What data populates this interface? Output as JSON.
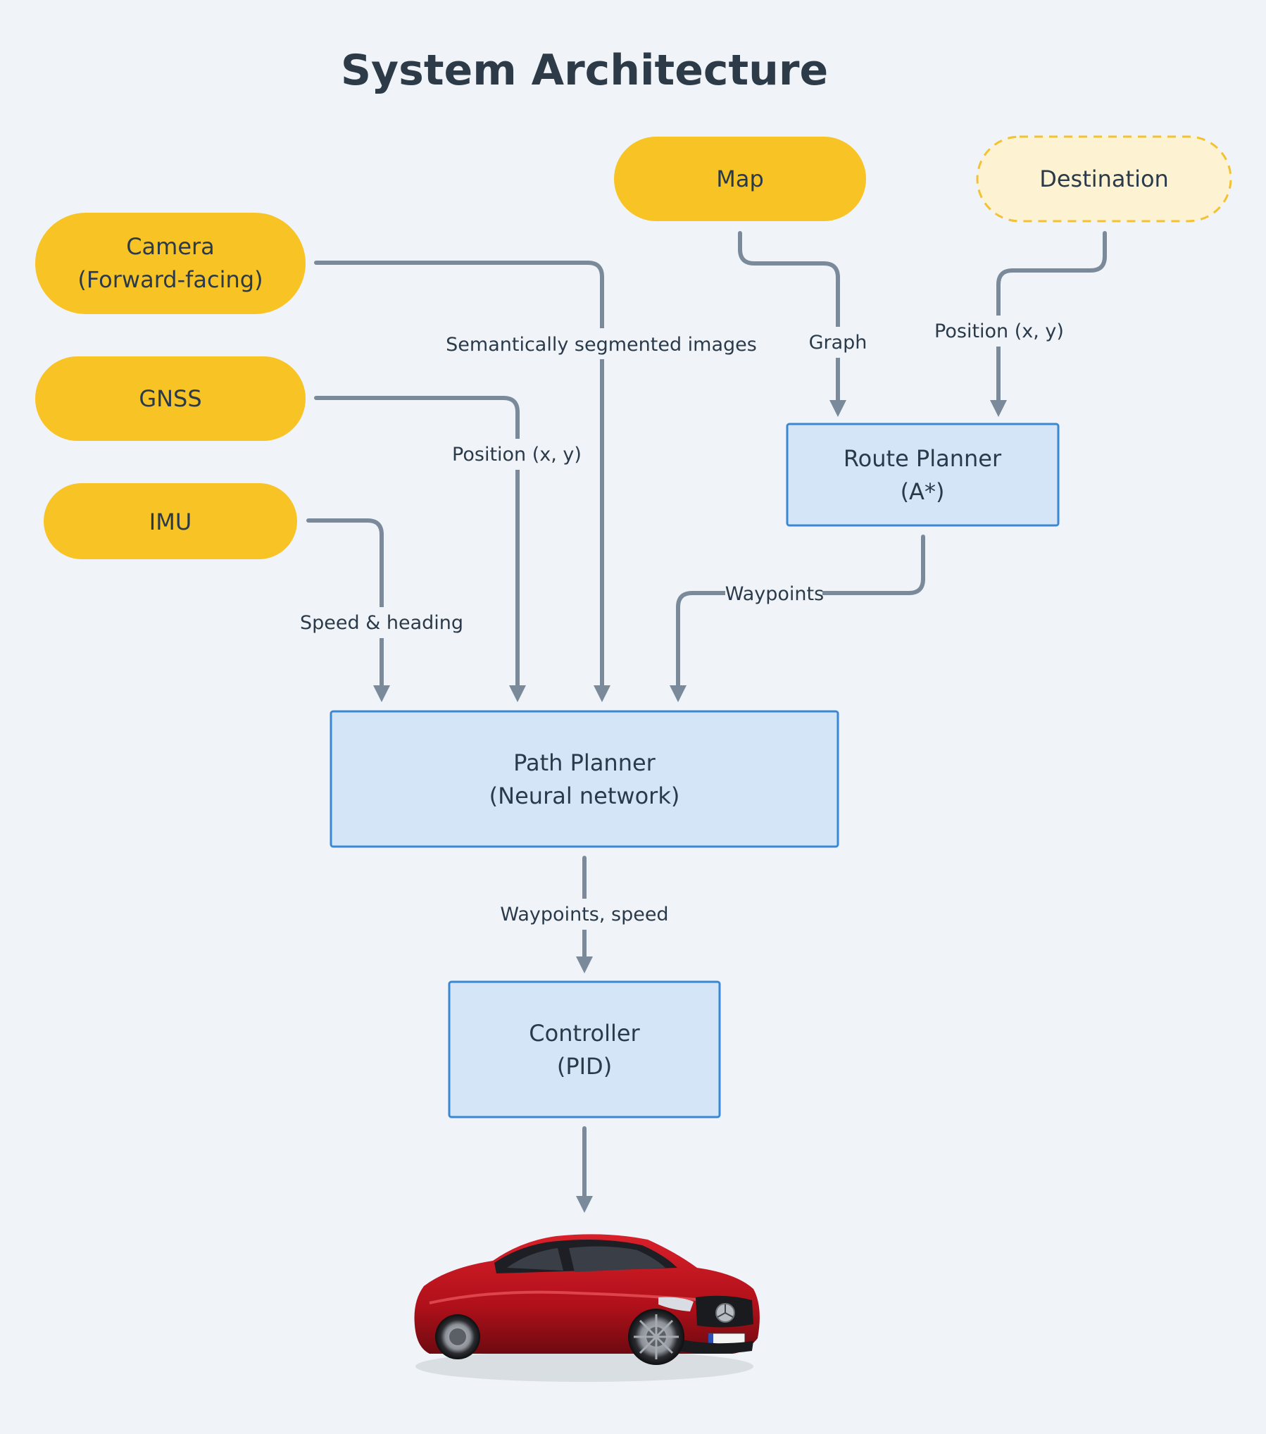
{
  "title": "System Architecture",
  "sources": {
    "camera": [
      "Camera",
      "(Forward-facing)"
    ],
    "gnss": "GNSS",
    "imu": "IMU",
    "map": "Map",
    "destination": "Destination"
  },
  "blocks": {
    "route_planner": [
      "Route Planner",
      "(A*)"
    ],
    "path_planner": [
      "Path Planner",
      "(Neural network)"
    ],
    "controller": [
      "Controller",
      "(PID)"
    ]
  },
  "edge_labels": {
    "camera": "Semantically segmented images",
    "gnss": "Position (x, y)",
    "imu": "Speed & heading",
    "map": "Graph",
    "destination": "Position (x, y)",
    "route": "Waypoints",
    "path": "Waypoints, speed"
  },
  "colors": {
    "source_fill": "#f7c325",
    "destination_fill": "#fdf2d2",
    "block_fill": "#d3e5f7",
    "block_border": "#3a87d4",
    "arrow": "#7a8a9b"
  },
  "icons": {
    "output": "red-sedan-car"
  }
}
